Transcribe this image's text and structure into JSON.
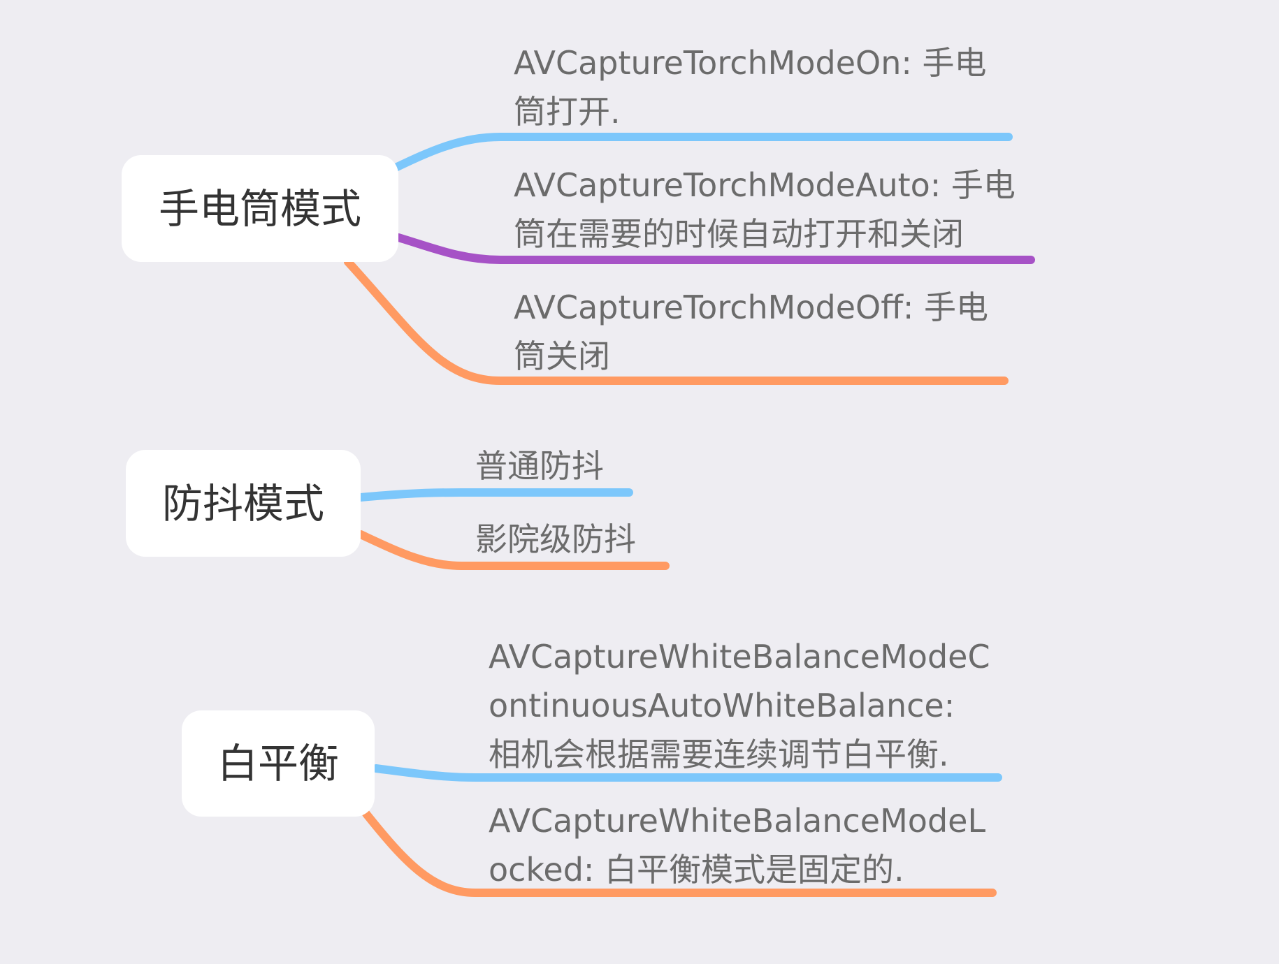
{
  "colors": {
    "background": "#eeedf2",
    "node_fill": "#ffffff",
    "node_text": "#333333",
    "leaf_text": "#6b6b6b",
    "blue": "#7cc7fb",
    "purple": "#a652c6",
    "orange": "#ff9a62"
  },
  "groups": [
    {
      "title": "手电筒模式",
      "branches": [
        {
          "text": "AVCaptureTorchModeOn: 手电筒打开.",
          "color": "blue"
        },
        {
          "text": "AVCaptureTorchModeAuto: 手电筒在需要的时候自动打开和关闭",
          "color": "purple"
        },
        {
          "text": "AVCaptureTorchModeOff: 手电筒关闭",
          "color": "orange"
        }
      ]
    },
    {
      "title": "防抖模式",
      "branches": [
        {
          "text": "普通防抖",
          "color": "blue"
        },
        {
          "text": "影院级防抖",
          "color": "orange"
        }
      ]
    },
    {
      "title": "白平衡",
      "branches": [
        {
          "text": "AVCaptureWhiteBalanceModeContinuousAutoWhiteBalance: 相机会根据需要连续调节白平衡.",
          "color": "blue"
        },
        {
          "text": "AVCaptureWhiteBalanceModeLocked: 白平衡模式是固定的.",
          "color": "orange"
        }
      ]
    }
  ]
}
